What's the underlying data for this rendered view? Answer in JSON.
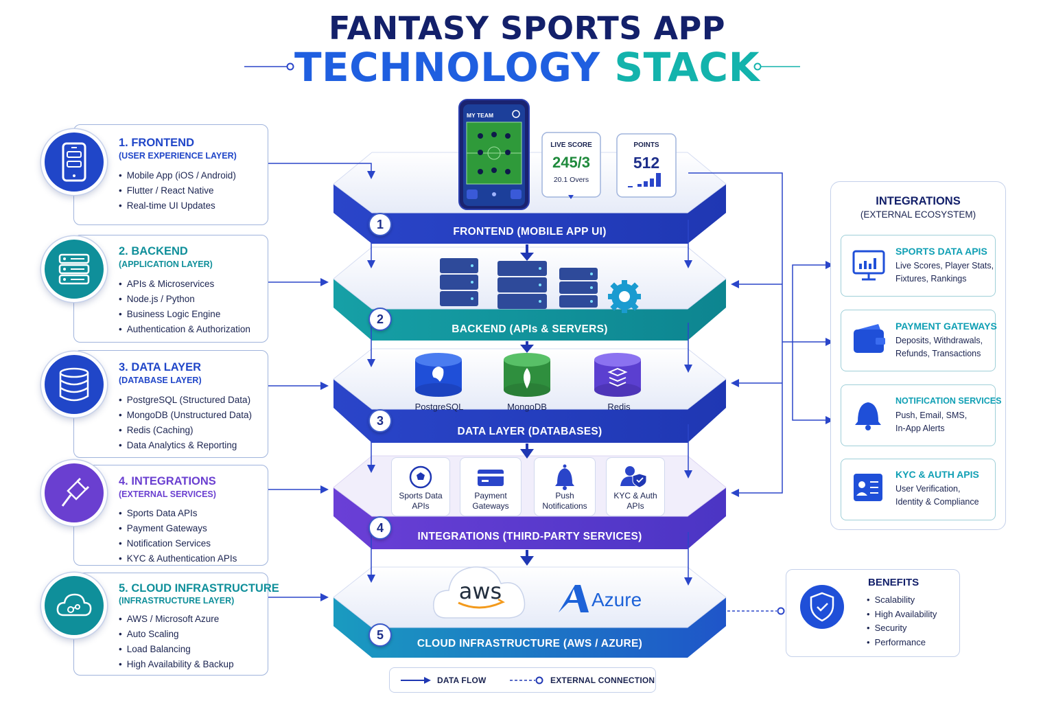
{
  "title": {
    "line1": "FANTASY SPORTS APP",
    "line2a": "TECHNOLOGY ",
    "line2b": "STACK"
  },
  "cards": [
    {
      "head": "1. FRONTEND",
      "sub": "(USER EXPERIENCE LAYER)",
      "items": [
        "Mobile App (iOS / Android)",
        "Flutter / React Native",
        "Real-time UI Updates"
      ],
      "color": "#2046c8",
      "icon": "mobile-icon"
    },
    {
      "head": "2. BACKEND",
      "sub": "(APPLICATION LAYER)",
      "items": [
        "APIs & Microservices",
        "Node.js / Python",
        "Business Logic Engine",
        "Authentication & Authorization"
      ],
      "color": "#0f8f9a",
      "icon": "server-icon"
    },
    {
      "head": "3. DATA LAYER",
      "sub": "(DATABASE LAYER)",
      "items": [
        "PostgreSQL (Structured Data)",
        "MongoDB (Unstructured Data)",
        "Redis (Caching)",
        "Data Analytics & Reporting"
      ],
      "color": "#2046c8",
      "icon": "database-icon"
    },
    {
      "head": "4. INTEGRATIONS",
      "sub": "(EXTERNAL SERVICES)",
      "items": [
        "Sports Data APIs",
        "Payment Gateways",
        "Notification Services",
        "KYC & Authentication APIs"
      ],
      "color": "#6a3fd0",
      "icon": "plug-icon"
    },
    {
      "head": "5. CLOUD INFRASTRUCTURE",
      "sub": "(INFRASTRUCTURE LAYER)",
      "items": [
        "AWS / Microsoft Azure",
        "Auto Scaling",
        "Load Balancing",
        "High Availability & Backup"
      ],
      "color": "#0f8f9a",
      "icon": "cloud-icon"
    }
  ],
  "phone": {
    "header": "MY TEAM"
  },
  "live_score": {
    "label": "LIVE SCORE",
    "value": "245/3",
    "overs": "20.1 Overs"
  },
  "points": {
    "label": "POINTS",
    "value": "512"
  },
  "layers": [
    {
      "num": "1",
      "label": "FRONTEND (MOBILE APP UI)"
    },
    {
      "num": "2",
      "label": "BACKEND (APIs & SERVERS)"
    },
    {
      "num": "3",
      "label": "DATA LAYER (DATABASES)"
    },
    {
      "num": "4",
      "label": "INTEGRATIONS (THIRD-PARTY SERVICES)"
    },
    {
      "num": "5",
      "label": "CLOUD INFRASTRUCTURE (AWS / AZURE)"
    }
  ],
  "databases": [
    "PostgreSQL",
    "MongoDB",
    "Redis"
  ],
  "integration_tiles": [
    {
      "l1": "Sports Data",
      "l2": "APIs"
    },
    {
      "l1": "Payment",
      "l2": "Gateways"
    },
    {
      "l1": "Push",
      "l2": "Notifications"
    },
    {
      "l1": "KYC & Auth",
      "l2": "APIs"
    }
  ],
  "cloud": {
    "aws": "aws",
    "azure": "Azure"
  },
  "panel": {
    "title": "INTEGRATIONS",
    "sub": "(EXTERNAL ECOSYSTEM)",
    "items": [
      {
        "head": "SPORTS DATA APIS",
        "text": "Live Scores, Player Stats, Fixtures, Rankings",
        "icon": "chart-monitor-icon"
      },
      {
        "head": "PAYMENT GATEWAYS",
        "text": "Deposits, Withdrawals, Refunds, Transactions",
        "icon": "wallet-icon"
      },
      {
        "head": "NOTIFICATION SERVICES",
        "text": "Push, Email, SMS, In-App Alerts",
        "icon": "bell-icon"
      },
      {
        "head": "KYC & AUTH APIS",
        "text": "User Verification, Identity & Compliance",
        "icon": "id-card-icon"
      }
    ]
  },
  "benefits": {
    "title": "BENEFITS",
    "items": [
      "Scalability",
      "High Availability",
      "Security",
      "Performance"
    ]
  },
  "legend": {
    "data_flow": "DATA FLOW",
    "external": "EXTERNAL CONNECTION"
  }
}
